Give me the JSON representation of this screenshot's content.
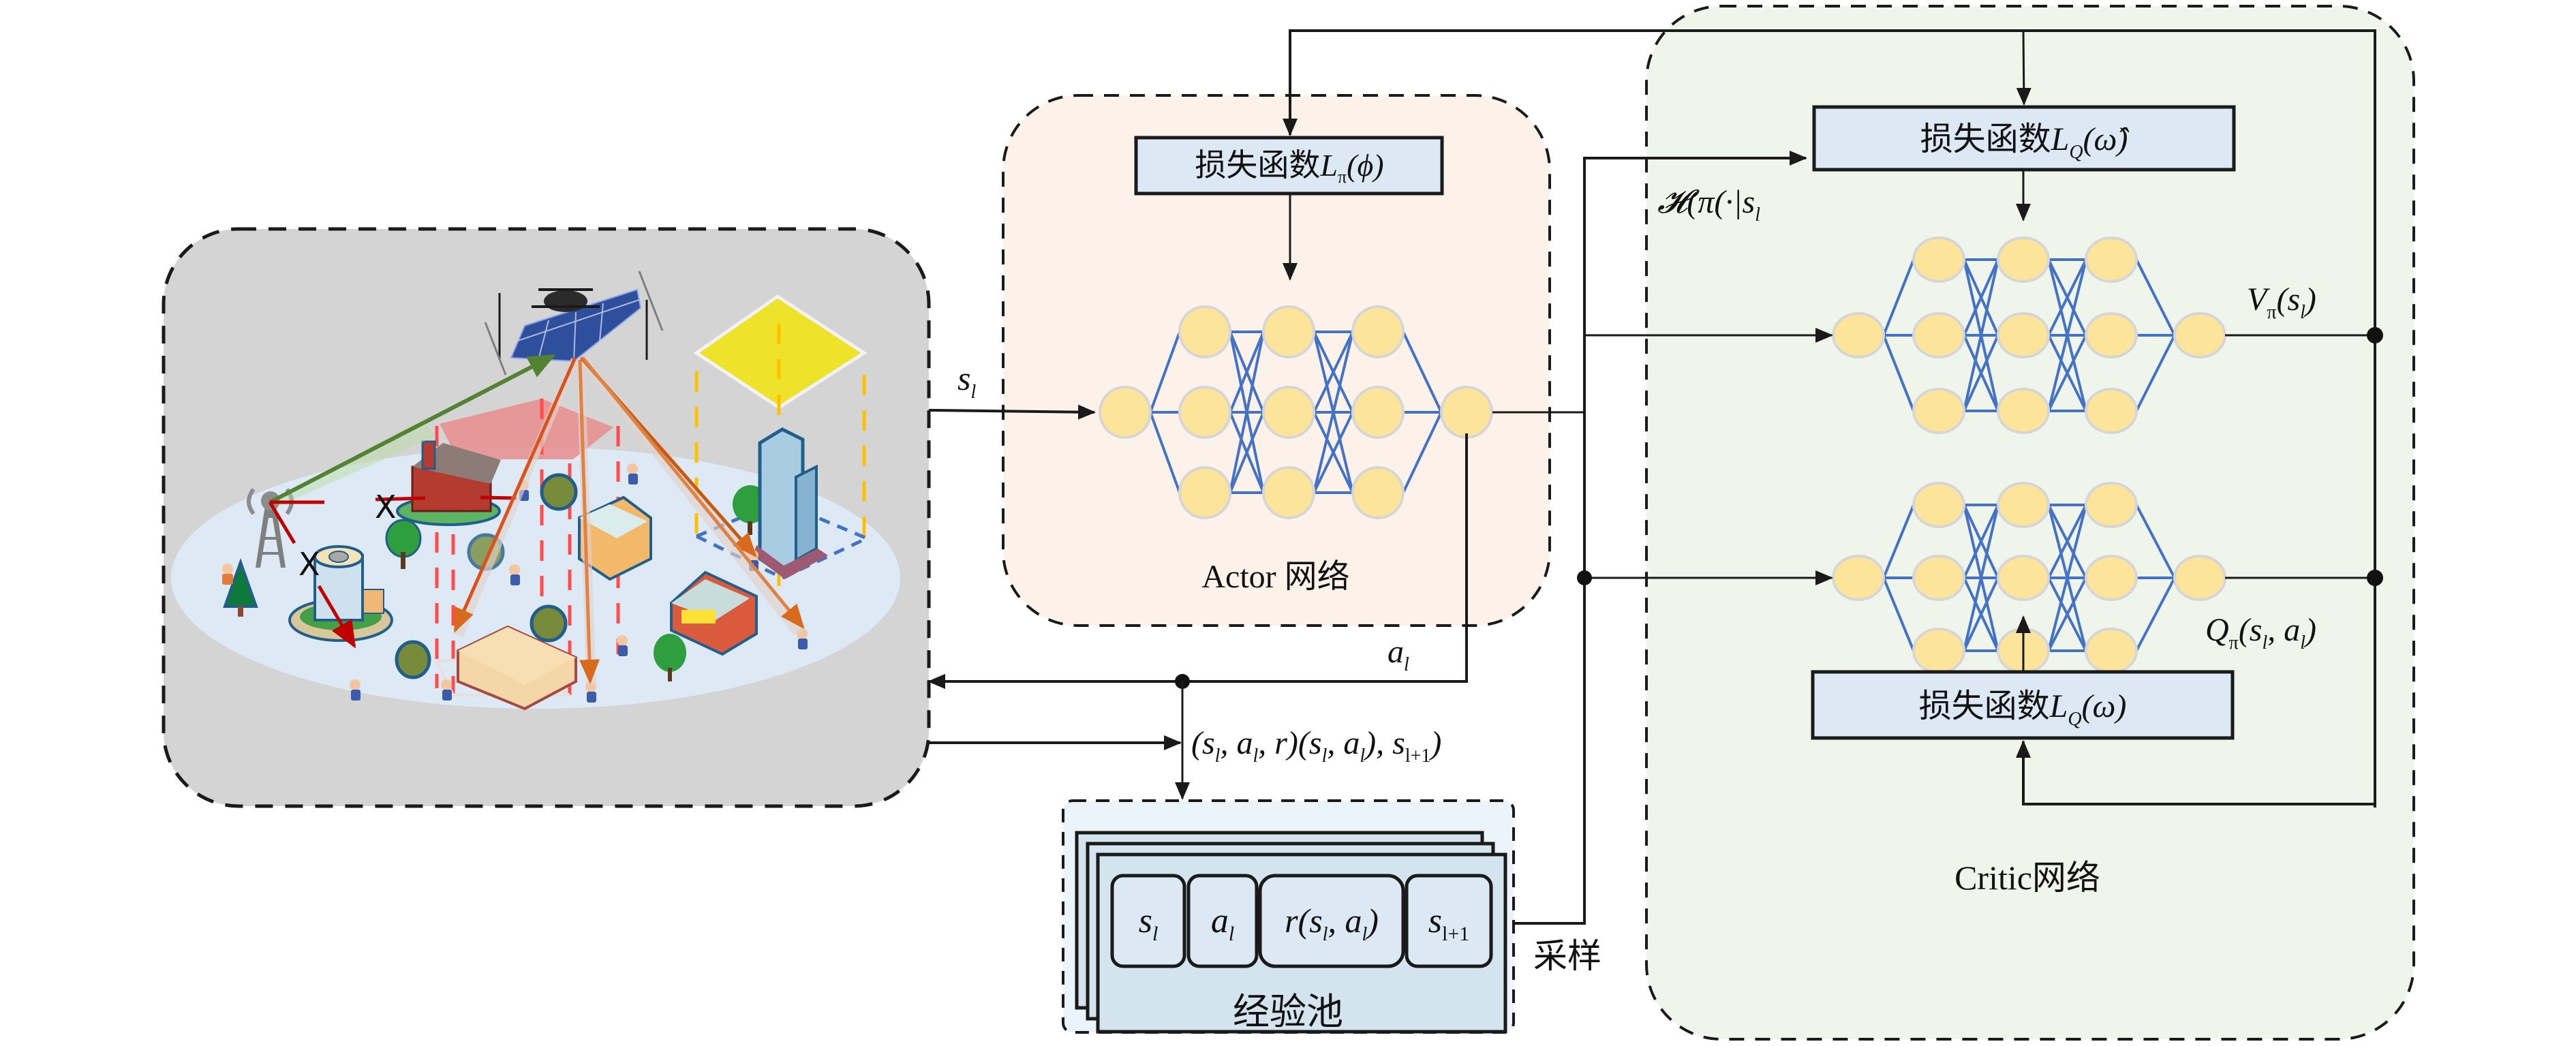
{
  "environment": {
    "title": "UAV-assisted network environment",
    "elements": [
      "drone-with-solar-panel",
      "cell-tower",
      "barn",
      "office-tower",
      "apartment-building",
      "skyscraper",
      "restaurant",
      "warehouse",
      "trees",
      "user-equipment"
    ],
    "blocked_link_marker": "X",
    "colors": {
      "background": "#d4d4d4",
      "ground": "#dde9f4",
      "uplink": "#548235",
      "downlink": "#d86a1e",
      "blocked": "#c00000",
      "coverage": "#e98c8c",
      "target_zone": "#eee32a"
    }
  },
  "actor": {
    "label": "Actor 网络",
    "loss_label": "损失函数",
    "loss_math": "L",
    "loss_sub": "π",
    "loss_arg": "(ϕ)",
    "background": "#fcf2ea"
  },
  "critic": {
    "label": "Critic网络",
    "loss_top_label": "损失函数",
    "loss_top_math": "L",
    "loss_top_sub": "Q",
    "loss_top_arg": "(ω̂)",
    "loss_bottom_label": "损失函数",
    "loss_bottom_math": "L",
    "loss_bottom_sub": "Q",
    "loss_bottom_arg": "(ω)",
    "v_output": "V",
    "v_sub": "π",
    "v_arg": "(s",
    "v_arg_sub": "l",
    "v_close": ")",
    "q_output": "Q",
    "q_sub": "π",
    "q_arg": "(s",
    "q_arg_sub": "l",
    "q_mid": ", a",
    "q_mid_sub": "l",
    "q_close": ")",
    "entropy_label": "𝓗(π(·|s",
    "entropy_sub": "l",
    "background": "#f0f5ec"
  },
  "signals": {
    "state": "s",
    "state_sub": "l",
    "action": "a",
    "action_sub": "l",
    "transition": "(s",
    "transition_parts": [
      "(s",
      "l",
      ", a",
      "l",
      ", r)(s",
      "l",
      ", a",
      "l",
      "), s",
      "l+1",
      ")"
    ]
  },
  "replay_buffer": {
    "label": "经验池",
    "sample_label": "采样",
    "cells": [
      {
        "main": "s",
        "sub": "l"
      },
      {
        "main": "a",
        "sub": "l"
      },
      {
        "main": "r(s",
        "sub": "l",
        "rest": ", a",
        "rest_sub": "l",
        "close": ")"
      },
      {
        "main": "s",
        "sub": "l+1"
      }
    ],
    "background": "#ecf4fb",
    "card_color": "#d4e4ef"
  },
  "network_style": {
    "node_fill": "#fde49b",
    "node_stroke": "#d6d6d6",
    "edge_color": "#4472c4",
    "loss_box_fill": "#dce8f4"
  }
}
